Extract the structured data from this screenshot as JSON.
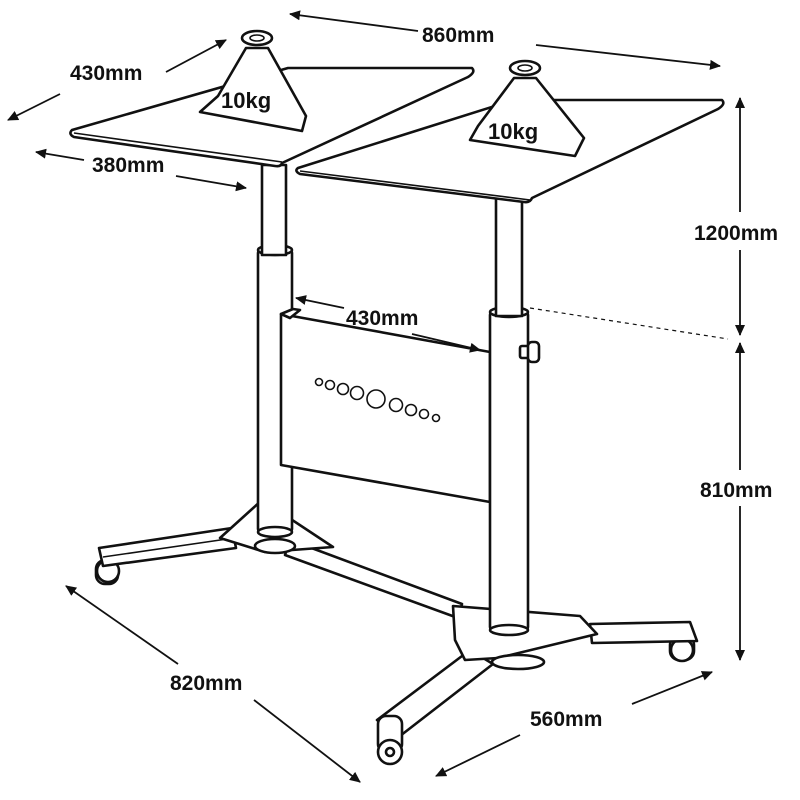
{
  "dimensions": {
    "total_width": "860mm",
    "top_depth": "430mm",
    "top_width": "380mm",
    "column_spacing": "430mm",
    "max_height": "1200mm",
    "min_height": "810mm",
    "base_length": "820mm",
    "base_width": "560mm"
  },
  "weights": {
    "left": "10kg",
    "right": "10kg"
  },
  "colors": {
    "line": "#111111",
    "background": "#ffffff"
  }
}
